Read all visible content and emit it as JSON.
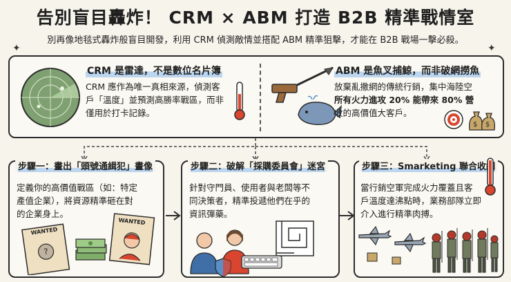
{
  "title": "告別盲目轟炸！ CRM × ABM 打造 B2B 精準戰情室",
  "subtitle": "別再像地毯式轟炸般盲目開發，利用 CRM 偵測敵情並搭配 ABM 精準狙擊，才能在 B2B 戰場一擊必殺。",
  "crm": {
    "heading": "CRM 是雷達，不是數位名片簿",
    "lines": [
      "CRM 應作為唯一真相來源，偵測客",
      "戶「溫度」並預測高勝率戰區，而非",
      "僅用於打卡記錄。"
    ]
  },
  "abm": {
    "heading": "ABM 是魚叉捕鯨，而非破網撈魚",
    "lines": [
      "放棄亂撒網的傳統行銷，集中海陸空",
      "所有火力進攻 20% 能帶來 80% 營",
      "收的高價值大客戶。"
    ]
  },
  "steps": [
    {
      "title": "步驟一：畫出「頭號通緝犯」畫像",
      "lines": [
        "定義你的高價值戰區（如：特定",
        "產值企業），將資源精準砸在對",
        "的企業身上。"
      ],
      "poster_label": "WANTED"
    },
    {
      "title": "步驟二：破解「採購委員會」迷宮",
      "lines": [
        "針對守門員、使用者與老闆等不",
        "同決策者，精準投遞他們在乎的",
        "資訊彈藥。"
      ]
    },
    {
      "title": "步驟三：Smarketing 聯合收網",
      "lines": [
        "當行銷空軍完成火力覆蓋且客",
        "戶溫度達沸點時，業務部隊立即",
        "介入進行精準肉搏。"
      ]
    }
  ],
  "colors": {
    "highlight": "#bcd6ef",
    "ink": "#2b2b2b",
    "paper": "#f7f4ec",
    "thermo_red": "#d9452f",
    "radar_green": "#7fa071",
    "whale_blue": "#7c97b8"
  },
  "icons": [
    "radar-icon",
    "thermometer-icon",
    "harpoon-gun-icon",
    "whale-icon",
    "target-icon",
    "money-bag-icon",
    "wanted-poster-icon",
    "cash-icon",
    "people-icon",
    "shield-icon",
    "maze-icon",
    "keyboard-icon",
    "airplane-icon",
    "soldiers-icon"
  ]
}
